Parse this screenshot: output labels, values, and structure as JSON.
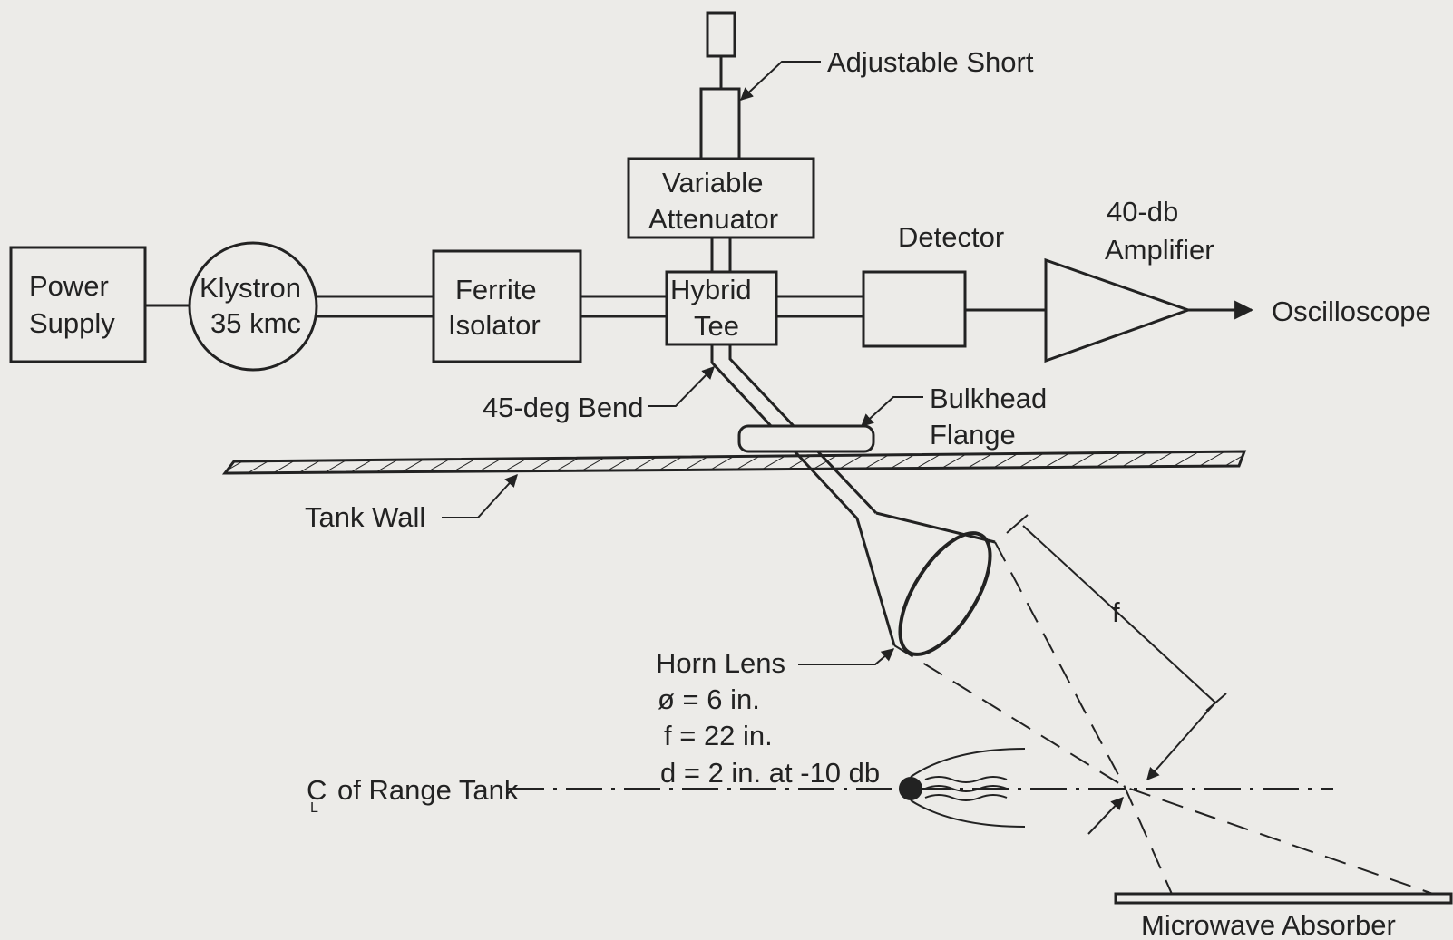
{
  "labels": {
    "power_supply_1": "Power",
    "power_supply_2": "Supply",
    "klystron_1": "Klystron",
    "klystron_2": "35 kmc",
    "ferrite_1": "Ferrite",
    "ferrite_2": "Isolator",
    "hybrid_1": "Hybrid",
    "hybrid_2": "Tee",
    "attenuator_1": "Variable",
    "attenuator_2": "Attenuator",
    "adjustable_short": "Adjustable Short",
    "detector": "Detector",
    "amplifier_1": "40-db",
    "amplifier_2": "Amplifier",
    "oscilloscope": "Oscilloscope",
    "bend": "45-deg Bend",
    "bulkhead_1": "Bulkhead",
    "bulkhead_2": "Flange",
    "tank_wall": "Tank Wall",
    "horn_lens": "Horn Lens",
    "spec_diameter": "ø = 6 in.",
    "spec_focal": "f = 22 in.",
    "spec_d": "d = 2 in. at -10 db",
    "centerline_symbol": "C",
    "centerline_sub": "L",
    "centerline_text": "of Range Tank",
    "focal_dim": "f",
    "absorber": "Microwave Absorber"
  }
}
